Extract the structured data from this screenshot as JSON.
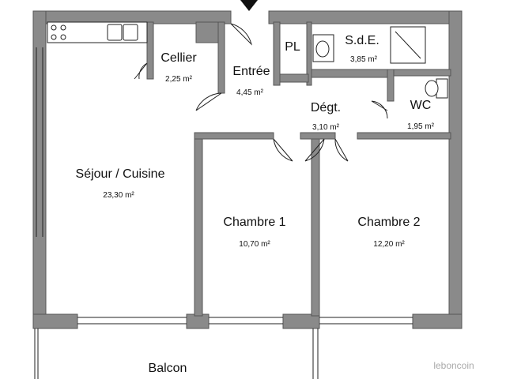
{
  "colors": {
    "wall": "#8a8a8a",
    "wall_edge": "#555555",
    "line": "#222222",
    "background": "#ffffff",
    "watermark": "#aaaaaa"
  },
  "rooms": {
    "cellier": {
      "name": "Cellier",
      "area": "2,25 m²"
    },
    "entree": {
      "name": "Entrée",
      "area": "4,45 m²"
    },
    "pl": {
      "name": "PL"
    },
    "sde": {
      "name": "S.d.E.",
      "area": "3,85 m²"
    },
    "degt": {
      "name": "Dégt.",
      "area": "3,10 m²"
    },
    "wc": {
      "name": "WC",
      "area": "1,95 m²"
    },
    "sejour": {
      "name": "Séjour / Cuisine",
      "area": "23,30 m²"
    },
    "chambre1": {
      "name": "Chambre 1",
      "area": "10,70 m²"
    },
    "chambre2": {
      "name": "Chambre 2",
      "area": "12,20 m²"
    },
    "balcon": {
      "name": "Balcon"
    }
  },
  "entrance_marker": "entrance-arrow-icon",
  "watermark": "leboncoin"
}
